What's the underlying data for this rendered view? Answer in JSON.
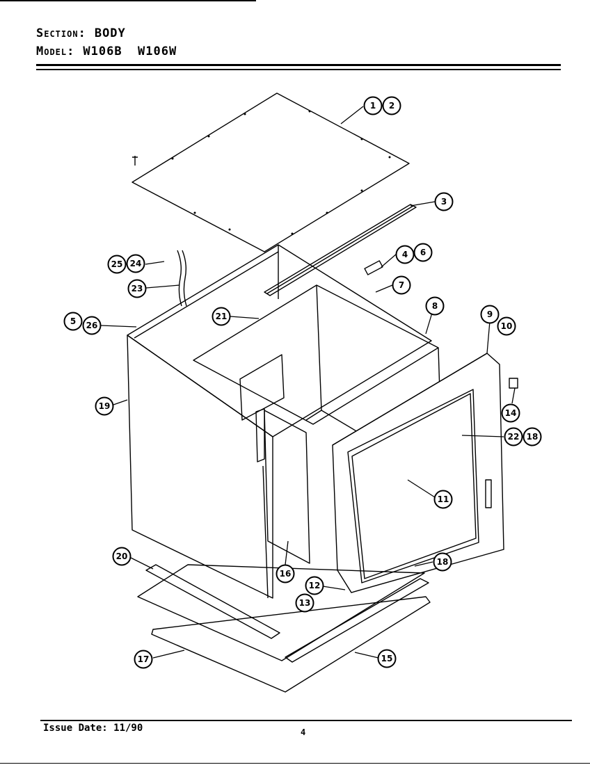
{
  "header": {
    "section_label": "Section:",
    "section_value": "BODY",
    "model_label": "Model:",
    "model_value": "W106B  W106W"
  },
  "footer": {
    "issue": "Issue Date: 11/90",
    "page": "4"
  },
  "callouts": [
    "1",
    "2",
    "3",
    "4",
    "6",
    "7",
    "8",
    "9",
    "10",
    "5",
    "26",
    "21",
    "25",
    "24",
    "23",
    "19",
    "14",
    "22",
    "18",
    "11",
    "20",
    "16",
    "12",
    "13",
    "18",
    "17",
    "15"
  ]
}
